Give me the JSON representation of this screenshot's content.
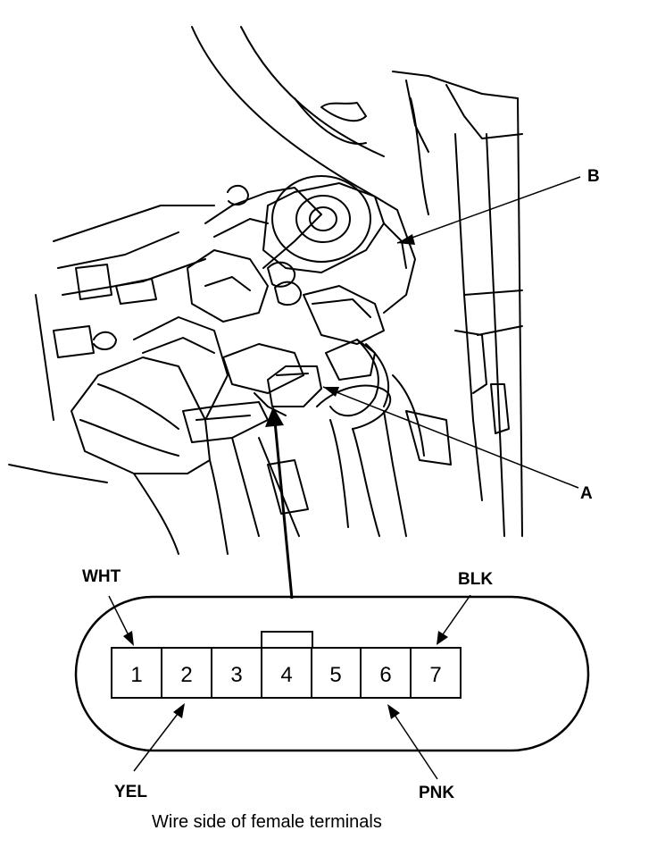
{
  "callouts": {
    "b": "B",
    "a": "A"
  },
  "connector": {
    "pins": [
      "1",
      "2",
      "3",
      "4",
      "5",
      "6",
      "7"
    ],
    "wires": {
      "pin1": "WHT",
      "pin7": "BLK",
      "pin2": "YEL",
      "pin6": "PNK"
    }
  },
  "caption": "Wire side of female terminals"
}
